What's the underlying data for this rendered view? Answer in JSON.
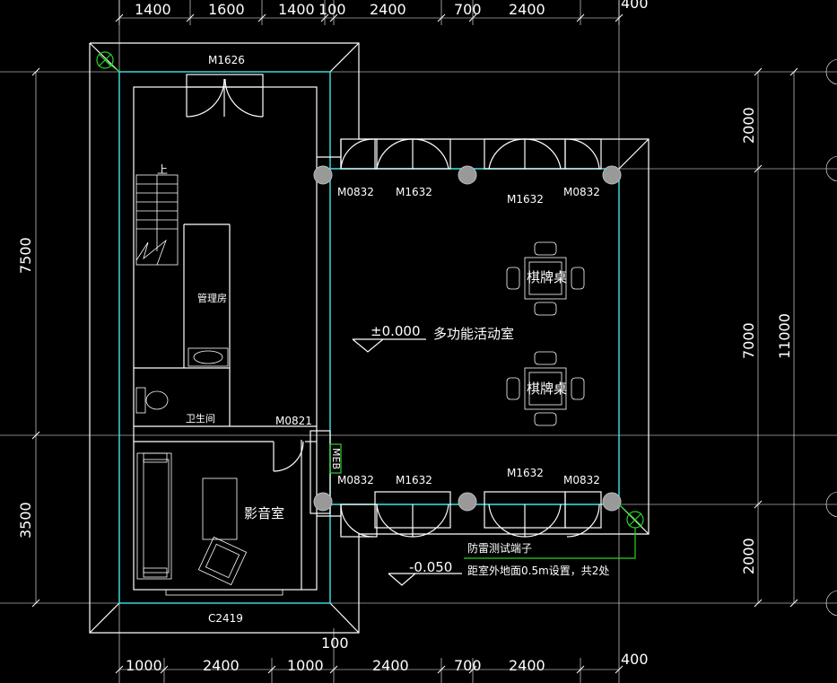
{
  "dimensions": {
    "top": [
      "1400",
      "1600",
      "1400",
      "100",
      "2400",
      "700",
      "2400",
      "400"
    ],
    "bottom": [
      "1000",
      "2400",
      "1000",
      "2400",
      "700",
      "2400",
      "400"
    ],
    "bottom_mid": "100",
    "left": [
      "7500",
      "3500"
    ],
    "right_inner": [
      "2000",
      "7000",
      "2000"
    ],
    "right_outer": "11000"
  },
  "doors": {
    "top_main": "M1626",
    "upper_row": [
      "M0832",
      "M1632",
      "M1632",
      "M0832"
    ],
    "lower_row": [
      "M0832",
      "M1632",
      "M1632",
      "M0832"
    ],
    "interior": "M0821",
    "window_bottom": "C2419"
  },
  "rooms": {
    "management": "管理房",
    "toilet": "卫生间",
    "av_room": "影音室",
    "activity": "多功能活动室",
    "stair_up": "上",
    "card_table_1": "棋牌桌",
    "card_table_2": "棋牌桌"
  },
  "elevations": {
    "floor": "±0.000",
    "outdoor": "-0.050"
  },
  "meb_label": "MEB",
  "notes": {
    "lightning_title": "防雷测试端子",
    "lightning_detail": "距室外地面0.5m设置，共2处"
  },
  "colors": {
    "background": "#000000",
    "lines": "#ffffff",
    "axis": "#3fe6e6",
    "ground": "#2bd12b",
    "column": "#999999"
  }
}
